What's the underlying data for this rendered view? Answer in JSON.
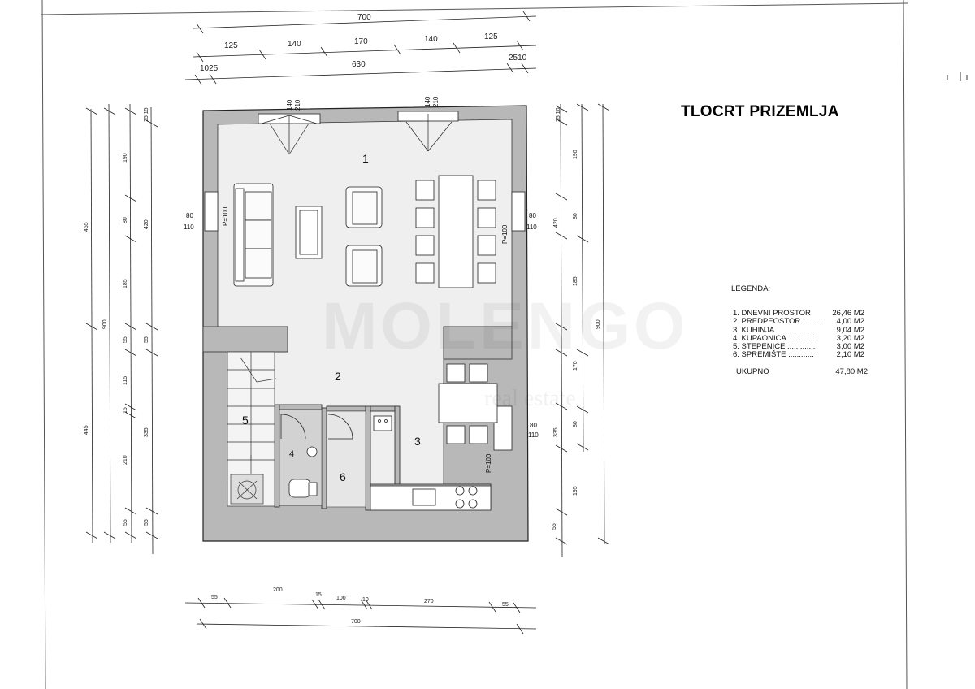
{
  "title": "TLOCRT PRIZEMLJA",
  "legend": {
    "heading": "LEGENDA:",
    "items": [
      {
        "label": "1. DNEVNI PROSTOR",
        "area": "26,46 M2"
      },
      {
        "label": "2. PREDPEOSTOR ..........",
        "area": "4,00 M2"
      },
      {
        "label": "3. KUHINJA ..................",
        "area": "9,04 M2"
      },
      {
        "label": "4. KUPAONICA ..............",
        "area": "3,20 M2"
      },
      {
        "label": "5. STEPENICE .............",
        "area": "3,00 M2"
      },
      {
        "label": "6. SPREMIŠTE ............",
        "area": "2,10 M2"
      }
    ],
    "total_label": "UKUPNO",
    "total_area": "47,80 M2"
  },
  "watermark": {
    "main": "MOLENGO",
    "sub": "real estate"
  },
  "rooms": {
    "r1": "1",
    "r2": "2",
    "r3": "3",
    "r4": "4",
    "r5": "5",
    "r6": "6"
  },
  "top_dims": {
    "overall": "700",
    "row2": [
      "125",
      "140",
      "170",
      "140",
      "125"
    ],
    "row3_left": "1025",
    "row3_mid": "630",
    "row3_right": "2510"
  },
  "bottom_dims": {
    "row1": [
      "55",
      "200",
      "15",
      "100",
      "10",
      "270",
      "55"
    ],
    "overall": "700"
  },
  "left_dims": {
    "outer": [
      "455",
      "445"
    ],
    "mid": "900",
    "inner": [
      "190",
      "80",
      "185",
      "55",
      "115",
      "15",
      "210",
      "55"
    ],
    "inner2": [
      "25 15",
      "420",
      "55",
      "335",
      "55"
    ]
  },
  "right_dims": {
    "inner": [
      "25 10",
      "190",
      "80",
      "185",
      "170",
      "80",
      "195",
      "55"
    ],
    "inner2": [
      "420",
      "335"
    ],
    "outer": "900"
  },
  "window_labels": {
    "w_top_left": [
      "140",
      "210"
    ],
    "w_top_right": [
      "140",
      "210"
    ],
    "w_left": [
      "80",
      "110"
    ],
    "w_right": [
      "80",
      "110"
    ],
    "w_kitchen": [
      "80",
      "110"
    ],
    "p_left": "P=100",
    "p_right": "P=100",
    "p_kitchen": "P=100"
  },
  "colors": {
    "wall": "#b5b5b5",
    "floor": "#eeeeee",
    "line": "#222222"
  }
}
